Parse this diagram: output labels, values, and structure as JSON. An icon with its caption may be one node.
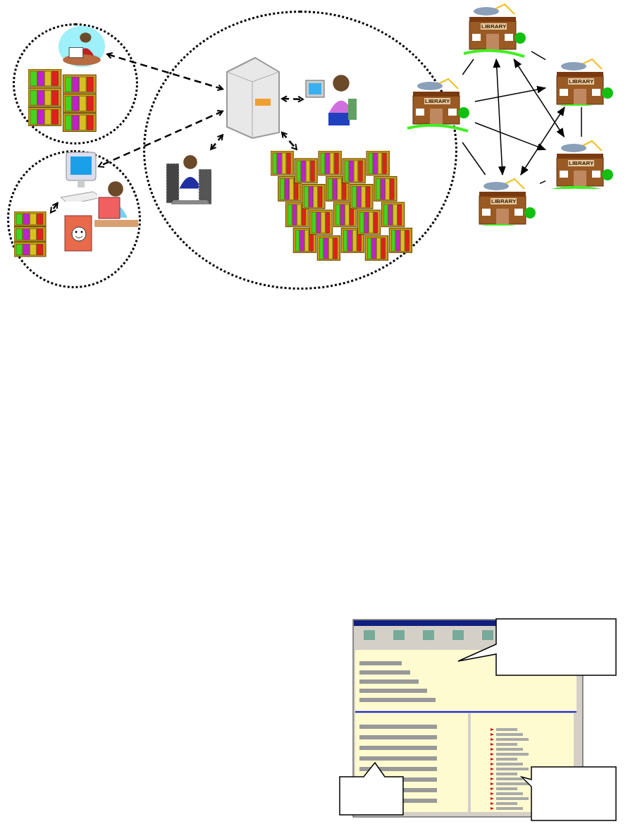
{
  "diagram": {
    "nodes": [
      {
        "text": [],
        "shape": "circle"
      },
      {
        "text": [],
        "shape": "picture",
        "in": 0
      },
      {
        "text": [],
        "shape": "picture",
        "in": 0
      },
      {
        "text": [],
        "shape": "circle"
      },
      {
        "text": [],
        "shape": "picture",
        "in": 3
      },
      {
        "text": [],
        "shape": "picture",
        "in": 3
      },
      {
        "text": [],
        "shape": "picture",
        "in": 3
      },
      {
        "text": [],
        "shape": "picture",
        "in": 3
      },
      {
        "text": [],
        "shape": "circle"
      },
      {
        "text": [],
        "shape": "picture",
        "in": 8
      },
      {
        "text": [],
        "shape": "picture",
        "in": 8
      },
      {
        "text": [],
        "shape": "picture",
        "in": 8
      },
      {
        "text": [],
        "shape": "picture",
        "in": 8
      },
      {
        "text": [
          "LIBRARY"
        ]
      },
      {
        "text": [
          "LIBRARY"
        ]
      },
      {
        "text": [
          "LIBRARY"
        ]
      },
      {
        "text": [
          "LIBRARY"
        ]
      },
      {
        "text": [
          "LIBRARY"
        ]
      },
      {
        "text": [],
        "shape": "picture"
      },
      {
        "text": [],
        "shape": "box"
      },
      {
        "text": [],
        "shape": "box"
      },
      {
        "text": [],
        "shape": "box"
      }
    ],
    "edges": [
      {
        "from": 9,
        "to": 1,
        "arrow": "both",
        "style": "dashed"
      },
      {
        "from": 9,
        "to": 4,
        "arrow": "both",
        "style": "dashed"
      },
      {
        "from": 9,
        "to": 10,
        "arrow": "both",
        "style": "dashed"
      },
      {
        "from": 9,
        "to": 11,
        "arrow": "both",
        "style": "dashed"
      },
      {
        "from": 9,
        "to": 12,
        "arrow": "both",
        "style": "dashed"
      },
      {
        "from": 4,
        "to": 5,
        "arrow": "both",
        "style": "dashed"
      },
      {
        "from": 13,
        "to": 14,
        "arrow": "none"
      },
      {
        "from": 14,
        "to": 15,
        "arrow": "none"
      },
      {
        "from": 15,
        "to": 16,
        "arrow": "none"
      },
      {
        "from": 16,
        "to": 17,
        "arrow": "none"
      },
      {
        "from": 17,
        "to": 13,
        "arrow": "none"
      },
      {
        "from": 14,
        "to": 17,
        "arrow": "both"
      },
      {
        "from": 14,
        "to": 16,
        "arrow": "both"
      },
      {
        "from": 13,
        "to": 15,
        "arrow": "to"
      },
      {
        "from": 13,
        "to": 16,
        "arrow": "to"
      },
      {
        "from": 15,
        "to": 17,
        "arrow": "both"
      }
    ]
  }
}
